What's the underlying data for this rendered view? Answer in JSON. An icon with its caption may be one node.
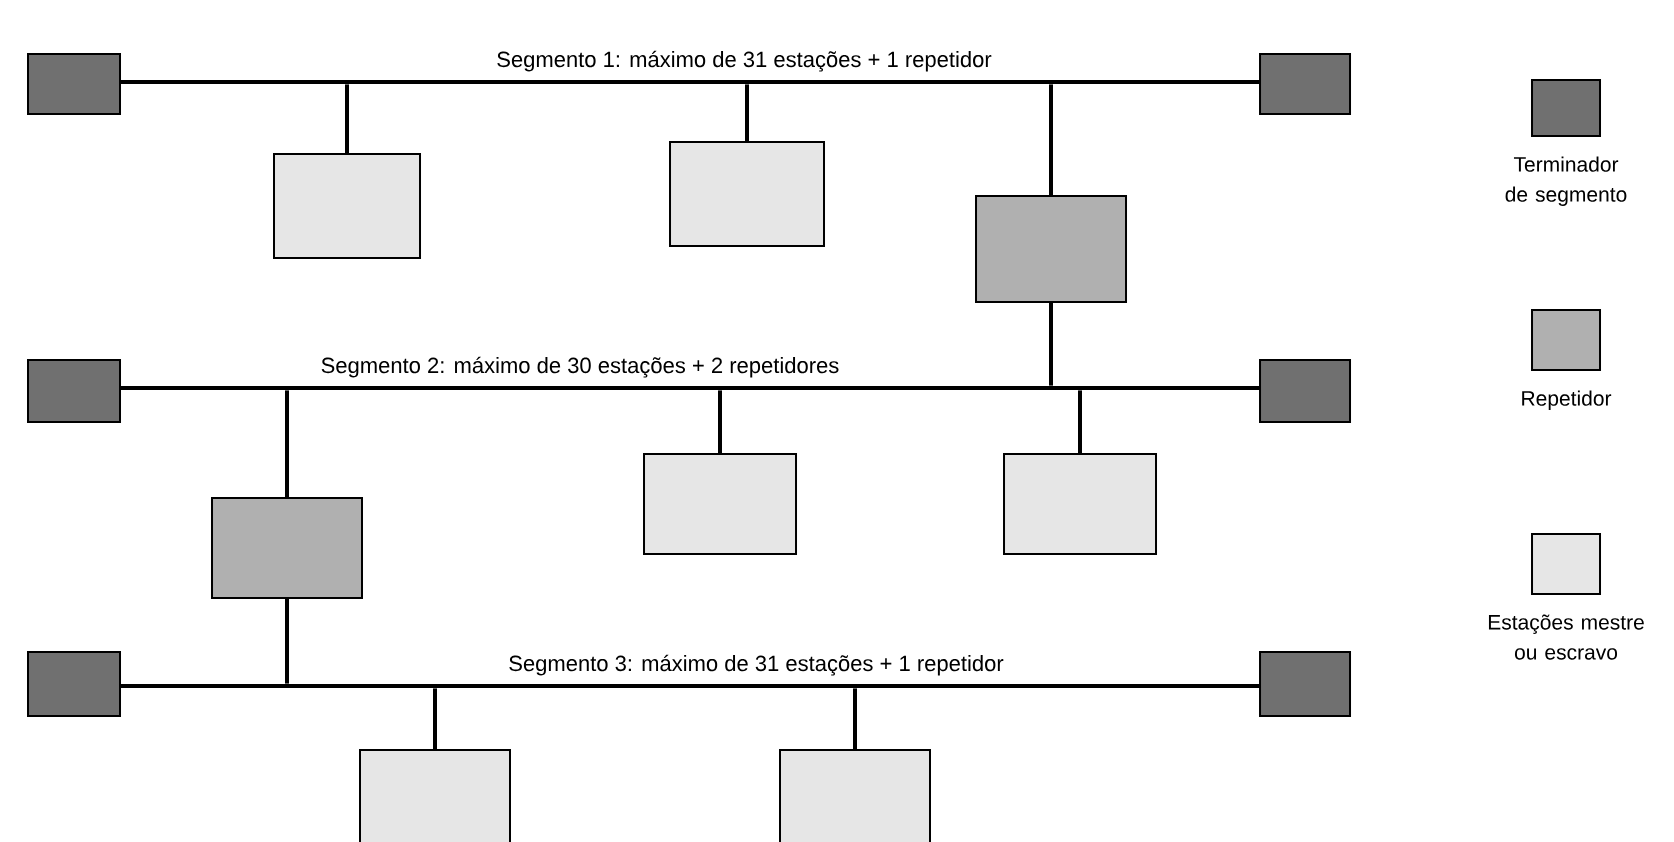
{
  "diagram": {
    "nodes": [
      {
        "text": [
          "Segmento 1: máximo de 31 estações + 1 repetidor"
        ]
      },
      {
        "text": [],
        "shape": "box"
      },
      {
        "text": [],
        "shape": "box"
      },
      {
        "text": [],
        "shape": "box"
      },
      {
        "text": [],
        "shape": "box"
      },
      {
        "text": [],
        "shape": "box"
      },
      {
        "text": [
          "Segmento 2: máximo de 30 estações + 2 repetidores"
        ]
      },
      {
        "text": [],
        "shape": "box"
      },
      {
        "text": [],
        "shape": "box"
      },
      {
        "text": [],
        "shape": "box"
      },
      {
        "text": [],
        "shape": "box"
      },
      {
        "text": [],
        "shape": "box"
      },
      {
        "text": [
          "Segmento 3: máximo de 31 estações + 1 repetidor"
        ]
      },
      {
        "text": [],
        "shape": "box"
      },
      {
        "text": [],
        "shape": "box"
      },
      {
        "text": [],
        "shape": "box"
      },
      {
        "text": [],
        "shape": "box"
      }
    ],
    "edges": [
      {
        "from": 3,
        "to": 0,
        "arrow": "none"
      },
      {
        "from": 4,
        "to": 0,
        "arrow": "none"
      },
      {
        "from": 5,
        "to": 0,
        "arrow": "none"
      },
      {
        "from": 5,
        "to": 6,
        "arrow": "none"
      },
      {
        "from": 9,
        "to": 6,
        "arrow": "none"
      },
      {
        "from": 10,
        "to": 6,
        "arrow": "none"
      },
      {
        "from": 11,
        "to": 6,
        "arrow": "none"
      },
      {
        "from": 9,
        "to": 12,
        "arrow": "none"
      },
      {
        "from": 15,
        "to": 12,
        "arrow": "none"
      },
      {
        "from": 16,
        "to": 12,
        "arrow": "none"
      }
    ],
    "legend": [
      {
        "text": "Terminador de segmento",
        "color": "#707070"
      },
      {
        "text": "Repetidor",
        "color": "#b0b0b0"
      },
      {
        "text": "Estações mestre ou escravo",
        "color": "#e6e6e6"
      }
    ]
  }
}
